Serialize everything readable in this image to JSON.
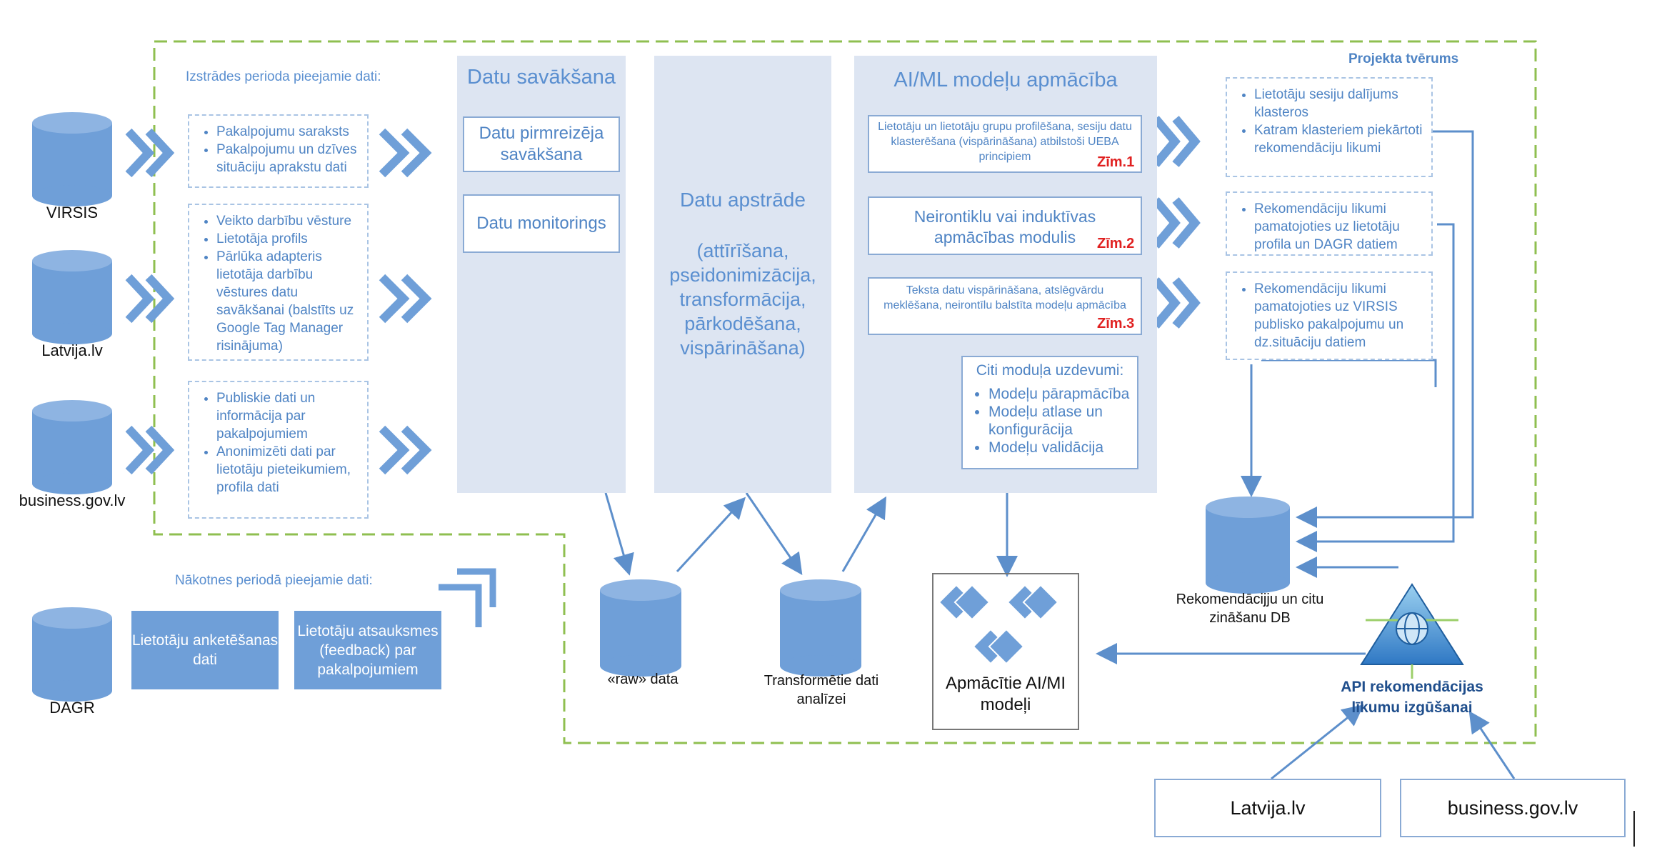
{
  "scope_title": "Projekta tvērums",
  "dev_period_label": "Izstrādes perioda pieejamie dati:",
  "future_period_label": "Nākotnes periodā pieejamie dati:",
  "sources": [
    {
      "name": "VIRSIS"
    },
    {
      "name": "Latvija.lv"
    },
    {
      "name": "business.gov.lv"
    },
    {
      "name": "DAGR"
    }
  ],
  "source_data": [
    {
      "items": [
        "Pakalpojumu saraksts",
        "Pakalpojumu un dzīves situāciju aprakstu dati"
      ]
    },
    {
      "items": [
        "Veikto darbību vēsture",
        "Lietotāja profils",
        "Pārlūka adapteris lietotāja darbību vēstures datu savākšanai (balstīts uz Google Tag Manager risinājuma)"
      ]
    },
    {
      "items": [
        "Publiskie dati un informācija par pakalpojumiem",
        "Anonimizēti dati par lietotāju pieteikumiem, profila dati"
      ]
    }
  ],
  "future_boxes": [
    "Lietotāju anketēšanas dati",
    "Lietotāju atsauksmes (feedback) par pakalpojumiem"
  ],
  "panels": {
    "collection": {
      "title": "Datu  savākšana",
      "box1": "Datu pirmreizēja savākšana",
      "box2": "Datu monitorings"
    },
    "processing": {
      "title": "Datu apstrāde",
      "subtitle": "(attīrīšana, pseidonimizācija, transformācija, pārkodēšana, vispārināšana)"
    },
    "training": {
      "title": "AI/ML modeļu apmācība",
      "modules": [
        {
          "text": "Lietotāju un lietotāju grupu profilēšana, sesiju datu klasterēšana (vispārināšana) atbilstoši UEBA principiem",
          "tag": "Zīm.1"
        },
        {
          "text": "Neirontiklu vai induktīvas apmācības modulis",
          "tag": "Zīm.2"
        },
        {
          "text": "Teksta datu vispārināšana, atslēgvārdu meklēšana, neirontīlu balstīta modeļu apmācība",
          "tag": "Zīm.3"
        }
      ],
      "other_title": "Citi moduļa uzdevumi:",
      "other_items": [
        "Modeļu pārapmācība",
        "Modeļu atlase un konfigurācija",
        "Modeļu validācija"
      ]
    }
  },
  "results": [
    {
      "items": [
        "Lietotāju sesiju dalījums klasteros",
        "Katram klasteriem piekārtoti rekomendāciju likumi"
      ]
    },
    {
      "items": [
        "Rekomendāciju likumi pamatojoties uz lietotāju profila un DAGR datiem"
      ]
    },
    {
      "items": [
        "Rekomendāciju likumi pamatojoties uz VIRSIS publisko pakalpojumu un dz.situāciju datiem"
      ]
    }
  ],
  "stores": {
    "raw": "«raw» data",
    "transformed": "Transformētie dati analīzei",
    "reco_db": "Rekomendācijju un citu zināšanu DB"
  },
  "trained_models": "Apmācītie AI/MI modeļi",
  "api_label": "API rekomendācijas līkumu izgūšanai",
  "clients": [
    "Latvija.lv",
    "business.gov.lv"
  ],
  "colors": {
    "accent": "#6f9fd8",
    "panel": "#dde5f2",
    "dash_green": "#8fbf50",
    "text_blue": "#4f84c4",
    "alert": "#e02020"
  }
}
